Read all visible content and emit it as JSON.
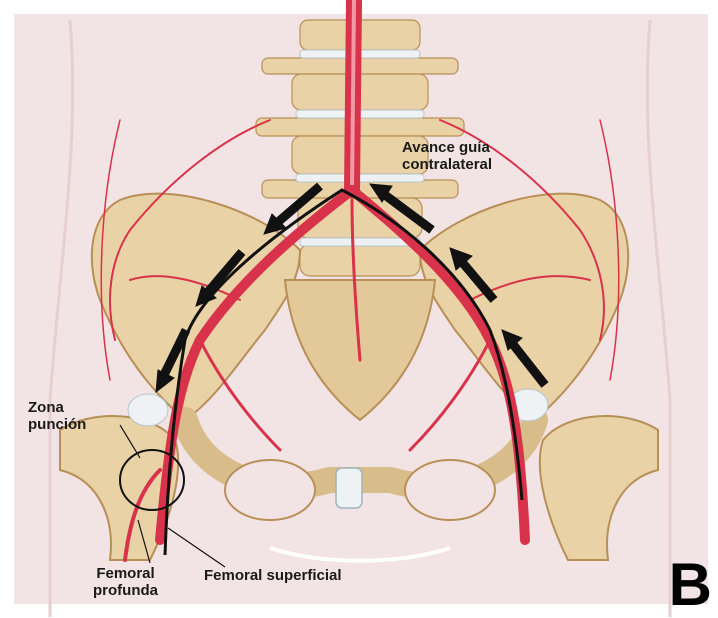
{
  "labels": {
    "guide_advance": "Avance guía\ncontralateral",
    "puncture_zone": "Zona\npunción",
    "femoral_profunda": "Femoral\nprofunda",
    "femoral_superficial": "Femoral superficial",
    "panel_letter": "B"
  },
  "colors": {
    "background": "#f2e4e4",
    "bone": "#e8d2a6",
    "bone_shadow": "#c9a66c",
    "artery": "#d8334a",
    "artery_light": "#f09aa5",
    "guidewire": "#111111",
    "arrow": "#111111",
    "cartilage": "#eef2f4"
  },
  "icons": [
    "arrow-icon",
    "circle-marker-icon"
  ]
}
